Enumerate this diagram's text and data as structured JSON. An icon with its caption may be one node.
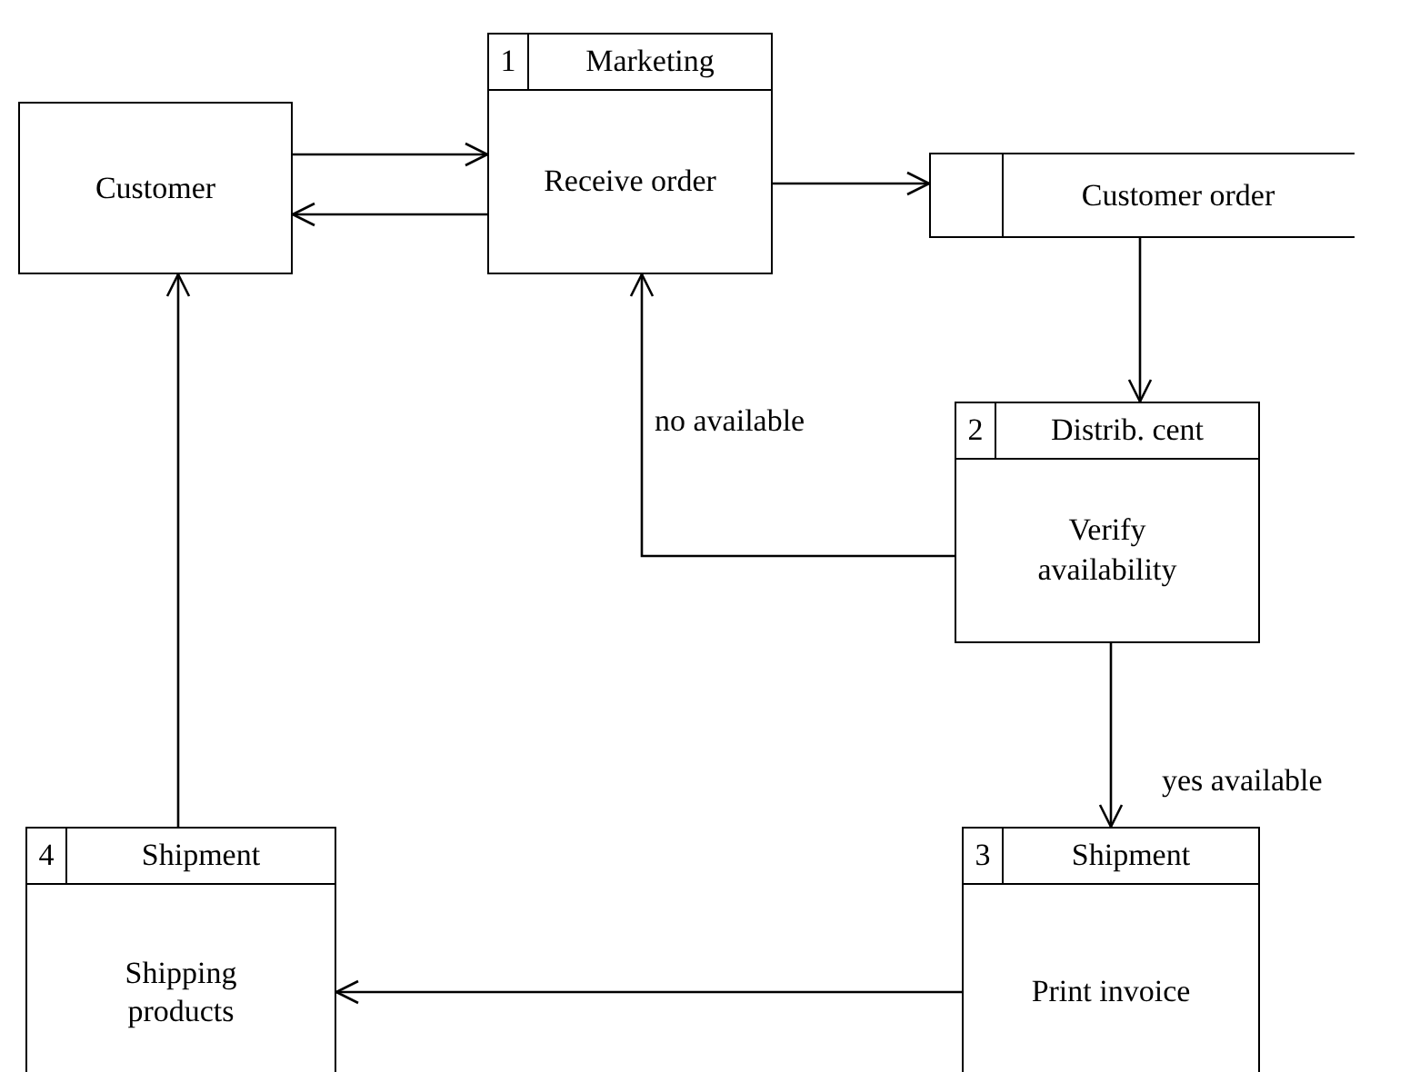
{
  "diagram": {
    "nodes": [
      {
        "text": [
          "Customer"
        ]
      },
      {
        "text": [
          "1",
          "Marketing",
          "Receive order"
        ]
      },
      {
        "text": [
          "Customer order"
        ]
      },
      {
        "text": [
          "2",
          "Distrib. cent",
          "Verify availability"
        ]
      },
      {
        "text": [
          "3",
          "Shipment",
          "Print invoice"
        ]
      },
      {
        "text": [
          "4",
          "Shipment",
          "Shipping products"
        ]
      }
    ],
    "edges": [
      {
        "from": 0,
        "to": 1,
        "arrow": "to"
      },
      {
        "from": 1,
        "to": 0,
        "arrow": "to"
      },
      {
        "from": 1,
        "to": 2,
        "arrow": "to"
      },
      {
        "from": 2,
        "to": 3,
        "arrow": "to"
      },
      {
        "from": 3,
        "to": 1,
        "arrow": "to",
        "label": "no available"
      },
      {
        "from": 3,
        "to": 4,
        "arrow": "to",
        "label": "yes available"
      },
      {
        "from": 4,
        "to": 5,
        "arrow": "to"
      },
      {
        "from": 5,
        "to": 0,
        "arrow": "to"
      }
    ]
  }
}
